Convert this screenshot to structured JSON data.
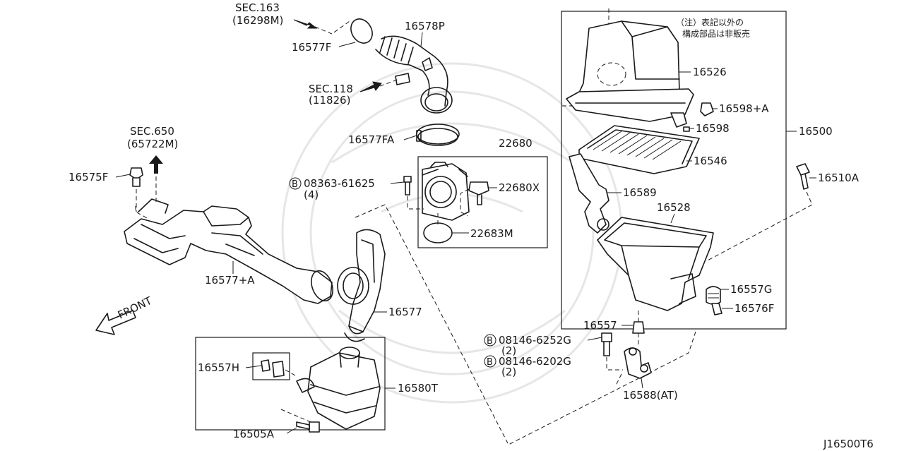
{
  "diagram_id": "J16500T6",
  "note_jp": [
    "（注）表記以外の",
    "構成部品は非販売"
  ],
  "sections": {
    "sec163": [
      "SEC.163",
      "(16298M)"
    ],
    "sec118": [
      "SEC.118",
      "(11826)"
    ],
    "sec650": [
      "SEC.650",
      "(65722M)"
    ]
  },
  "front_label": "FRONT",
  "parts": {
    "p16578P": "16578P",
    "p16577F": "16577F",
    "p16577FA": "16577FA",
    "p22680": "22680",
    "p08363": "08363-61625",
    "p08363_qty": "(4)",
    "p22680X": "22680X",
    "p22683M": "22683M",
    "p16575F": "16575F",
    "p16577A": "16577+A",
    "p16577": "16577",
    "p16557H": "16557H",
    "p16580T": "16580T",
    "p16505A": "16505A",
    "p16526": "16526",
    "p16598A": "16598+A",
    "p16598": "16598",
    "p16500": "16500",
    "p16546": "16546",
    "p16510A": "16510A",
    "p16589": "16589",
    "p16528": "16528",
    "p16557G": "16557G",
    "p16576F": "16576F",
    "p16557": "16557",
    "p08146G": "08146-6252G",
    "p08146G_qty": "(2)",
    "p08146_2": "08146-6202G",
    "p08146_2_qty": "(2)",
    "p16588": "16588(AT)"
  },
  "bolt_symbol": "B"
}
